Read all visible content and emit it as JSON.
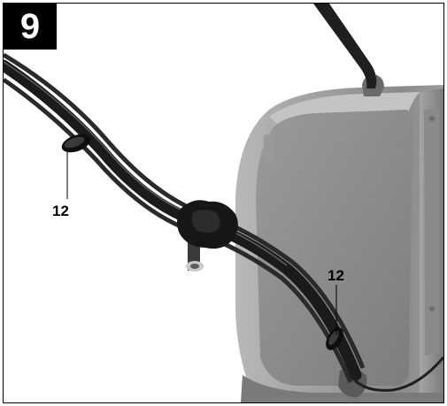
{
  "figure": {
    "number": "9"
  },
  "callouts": [
    {
      "label": "12"
    },
    {
      "label": "12"
    }
  ],
  "colors": {
    "frame": "#000000",
    "figure_badge": "#000000",
    "figure_badge_text": "#ffffff",
    "mower_body": "#8f8f8f",
    "handle_cable": "#1a1a1a"
  }
}
